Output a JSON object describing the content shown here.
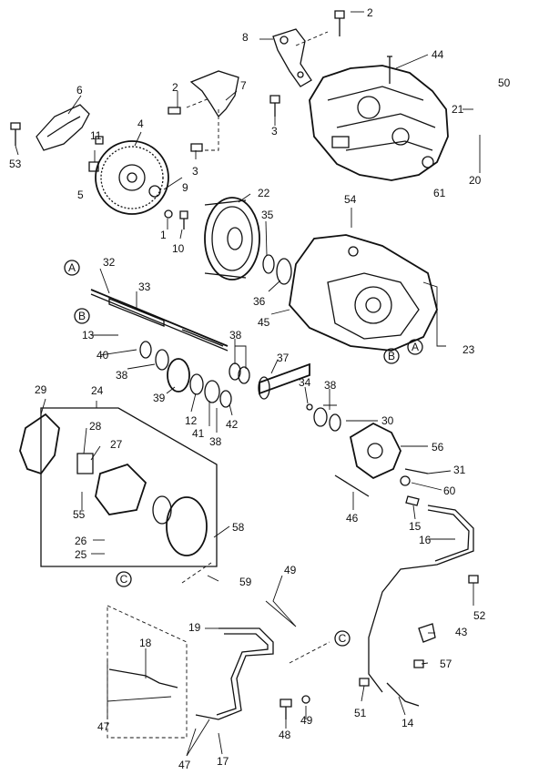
{
  "diagram": {
    "part_numbers": [
      "1",
      "2",
      "2",
      "3",
      "3",
      "4",
      "5",
      "6",
      "7",
      "8",
      "9",
      "10",
      "11",
      "12",
      "13",
      "14",
      "15",
      "16",
      "17",
      "18",
      "19",
      "20",
      "21",
      "22",
      "23",
      "24",
      "25",
      "26",
      "27",
      "28",
      "29",
      "30",
      "31",
      "32",
      "33",
      "34",
      "35",
      "36",
      "37",
      "38",
      "38",
      "38",
      "38",
      "39",
      "40",
      "41",
      "42",
      "43",
      "44",
      "45",
      "46",
      "47",
      "47",
      "48",
      "49",
      "49",
      "50",
      "51",
      "52",
      "53",
      "54",
      "55",
      "56",
      "57",
      "58",
      "59",
      "60",
      "61"
    ],
    "reference_marks": [
      "A",
      "A",
      "B",
      "B",
      "C",
      "C"
    ]
  }
}
